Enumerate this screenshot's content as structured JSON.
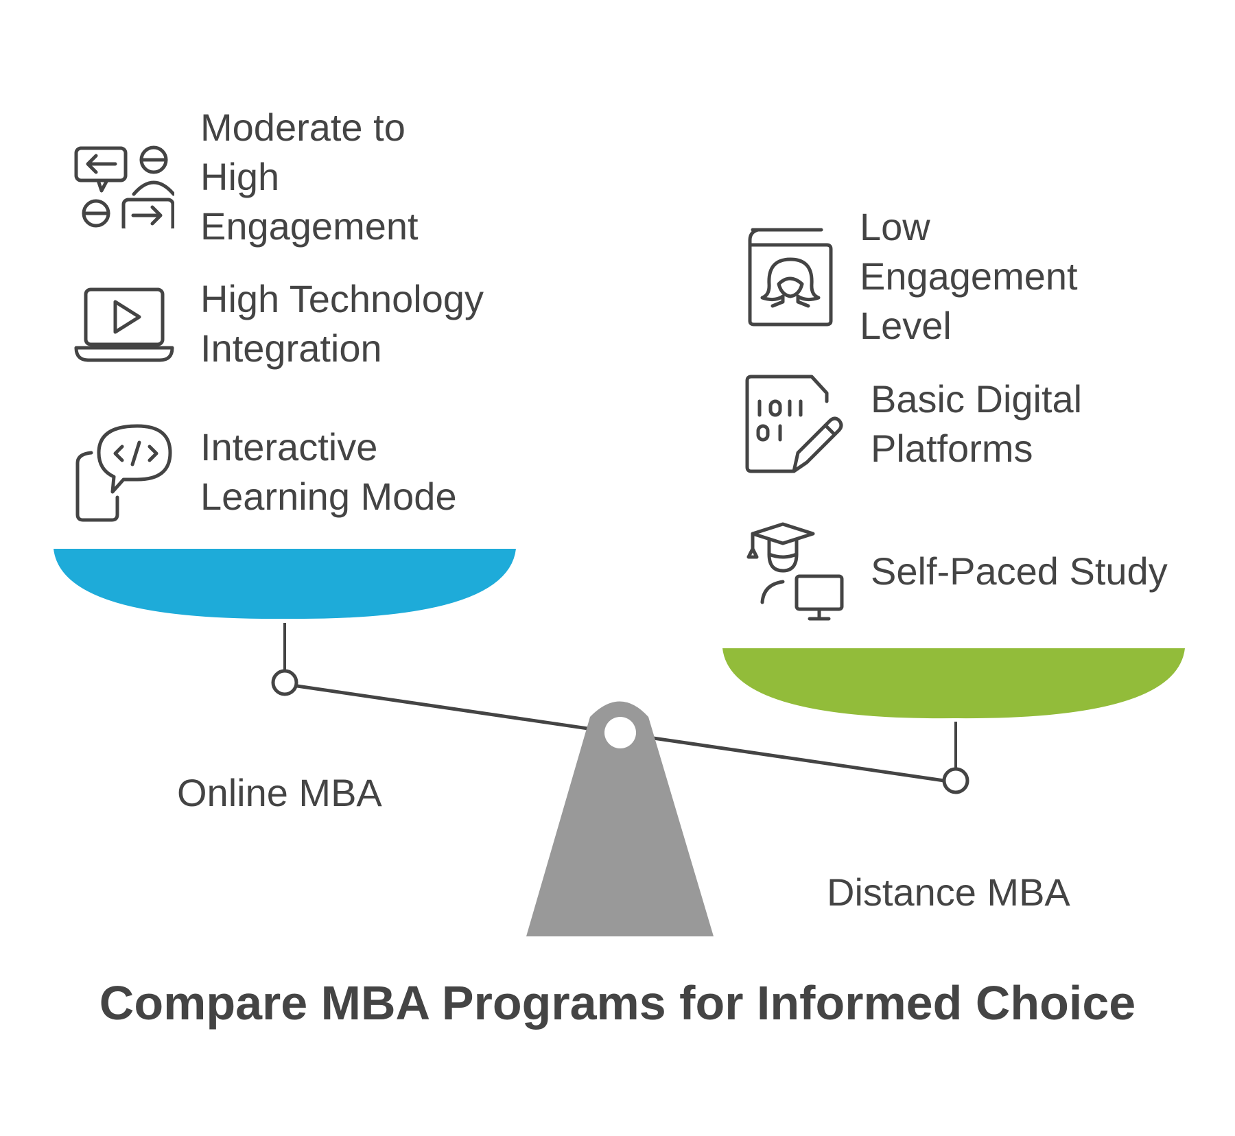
{
  "title": "Compare MBA Programs for Informed Choice",
  "left_side": {
    "label": "Online MBA",
    "pan_color": "#1EABD9",
    "features": [
      {
        "text": "Moderate to\nHigh\nEngagement",
        "icon": "conversation-people-icon"
      },
      {
        "text": "High Technology\nIntegration",
        "icon": "laptop-play-icon"
      },
      {
        "text": "Interactive\nLearning Mode",
        "icon": "phone-code-chat-icon"
      }
    ]
  },
  "right_side": {
    "label": "Distance MBA",
    "pan_color": "#92BC3A",
    "features": [
      {
        "text": "Low\nEngagement\nLevel",
        "icon": "profile-book-icon"
      },
      {
        "text": "Basic Digital\nPlatforms",
        "icon": "binary-file-pencil-icon"
      },
      {
        "text": "Self-Paced Study",
        "icon": "graduate-computer-icon"
      }
    ]
  },
  "colors": {
    "fulcrum": "#999999",
    "text": "#444444",
    "beam": "#444444"
  }
}
